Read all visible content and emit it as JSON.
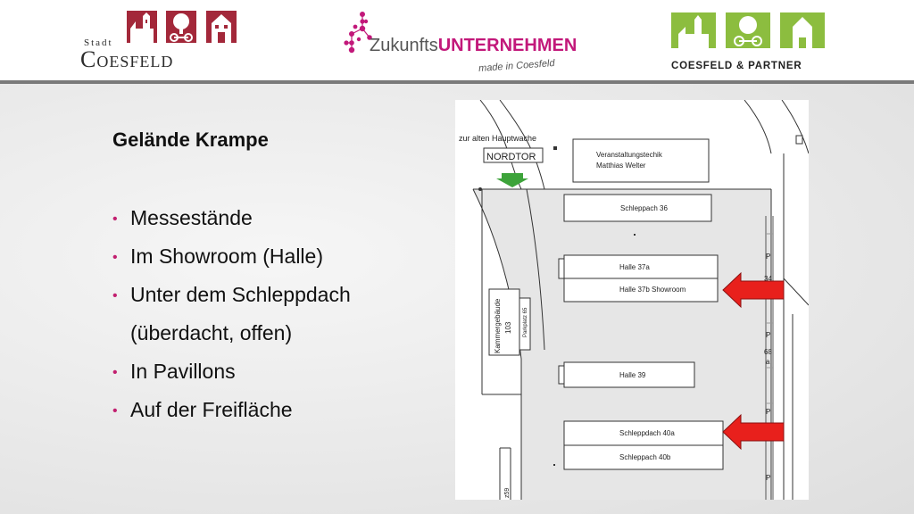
{
  "header": {
    "logo_left": {
      "stadt": "Stadt",
      "name": "Coesfeld"
    },
    "logo_center": {
      "prefix": "Zukunfts",
      "strong": "UNTERNEHMEN",
      "tagline": "made in Coesfeld"
    },
    "logo_right": {
      "name": "COESFELD & PARTNER"
    },
    "colors": {
      "coesfeld_red": "#a3283a",
      "zu_magenta": "#c2187a",
      "partner_green": "#8cbd3f"
    }
  },
  "content": {
    "heading": "Gelände Krampe",
    "bullets": [
      "Messestände",
      "Im Showroom (Halle)",
      "Unter dem Schleppdach",
      "(überdacht, offen)",
      "In Pavillons",
      "Auf der Freifläche"
    ],
    "bullet_color": "#c21f6f"
  },
  "map": {
    "to_label": "zur alten Hauptwache",
    "gate_label": "NORDTOR",
    "buildings": {
      "veranstaltung_line1": "Veranstaltungstechik",
      "veranstaltung_line2": "Matthias Welter",
      "schleppdach36": "Schleppach 36",
      "halle37a": "Halle 37a",
      "halle37b": "Halle 37b Showroom",
      "halle39": "Halle 39",
      "schleppdach40a": "Schleppdach 40a",
      "schleppdach40b": "Schleppach 40b",
      "kammer_line1": "Kammergebäude",
      "kammer_line2": "103",
      "parkplatz": "Parkplatz 65"
    },
    "markers": {
      "p1": "P",
      "n34": "34",
      "p2": "P",
      "n68": "68",
      "a": "a",
      "p3": "P",
      "p4": "P",
      "n59": "z59"
    },
    "arrow_color": "#e8201c"
  }
}
